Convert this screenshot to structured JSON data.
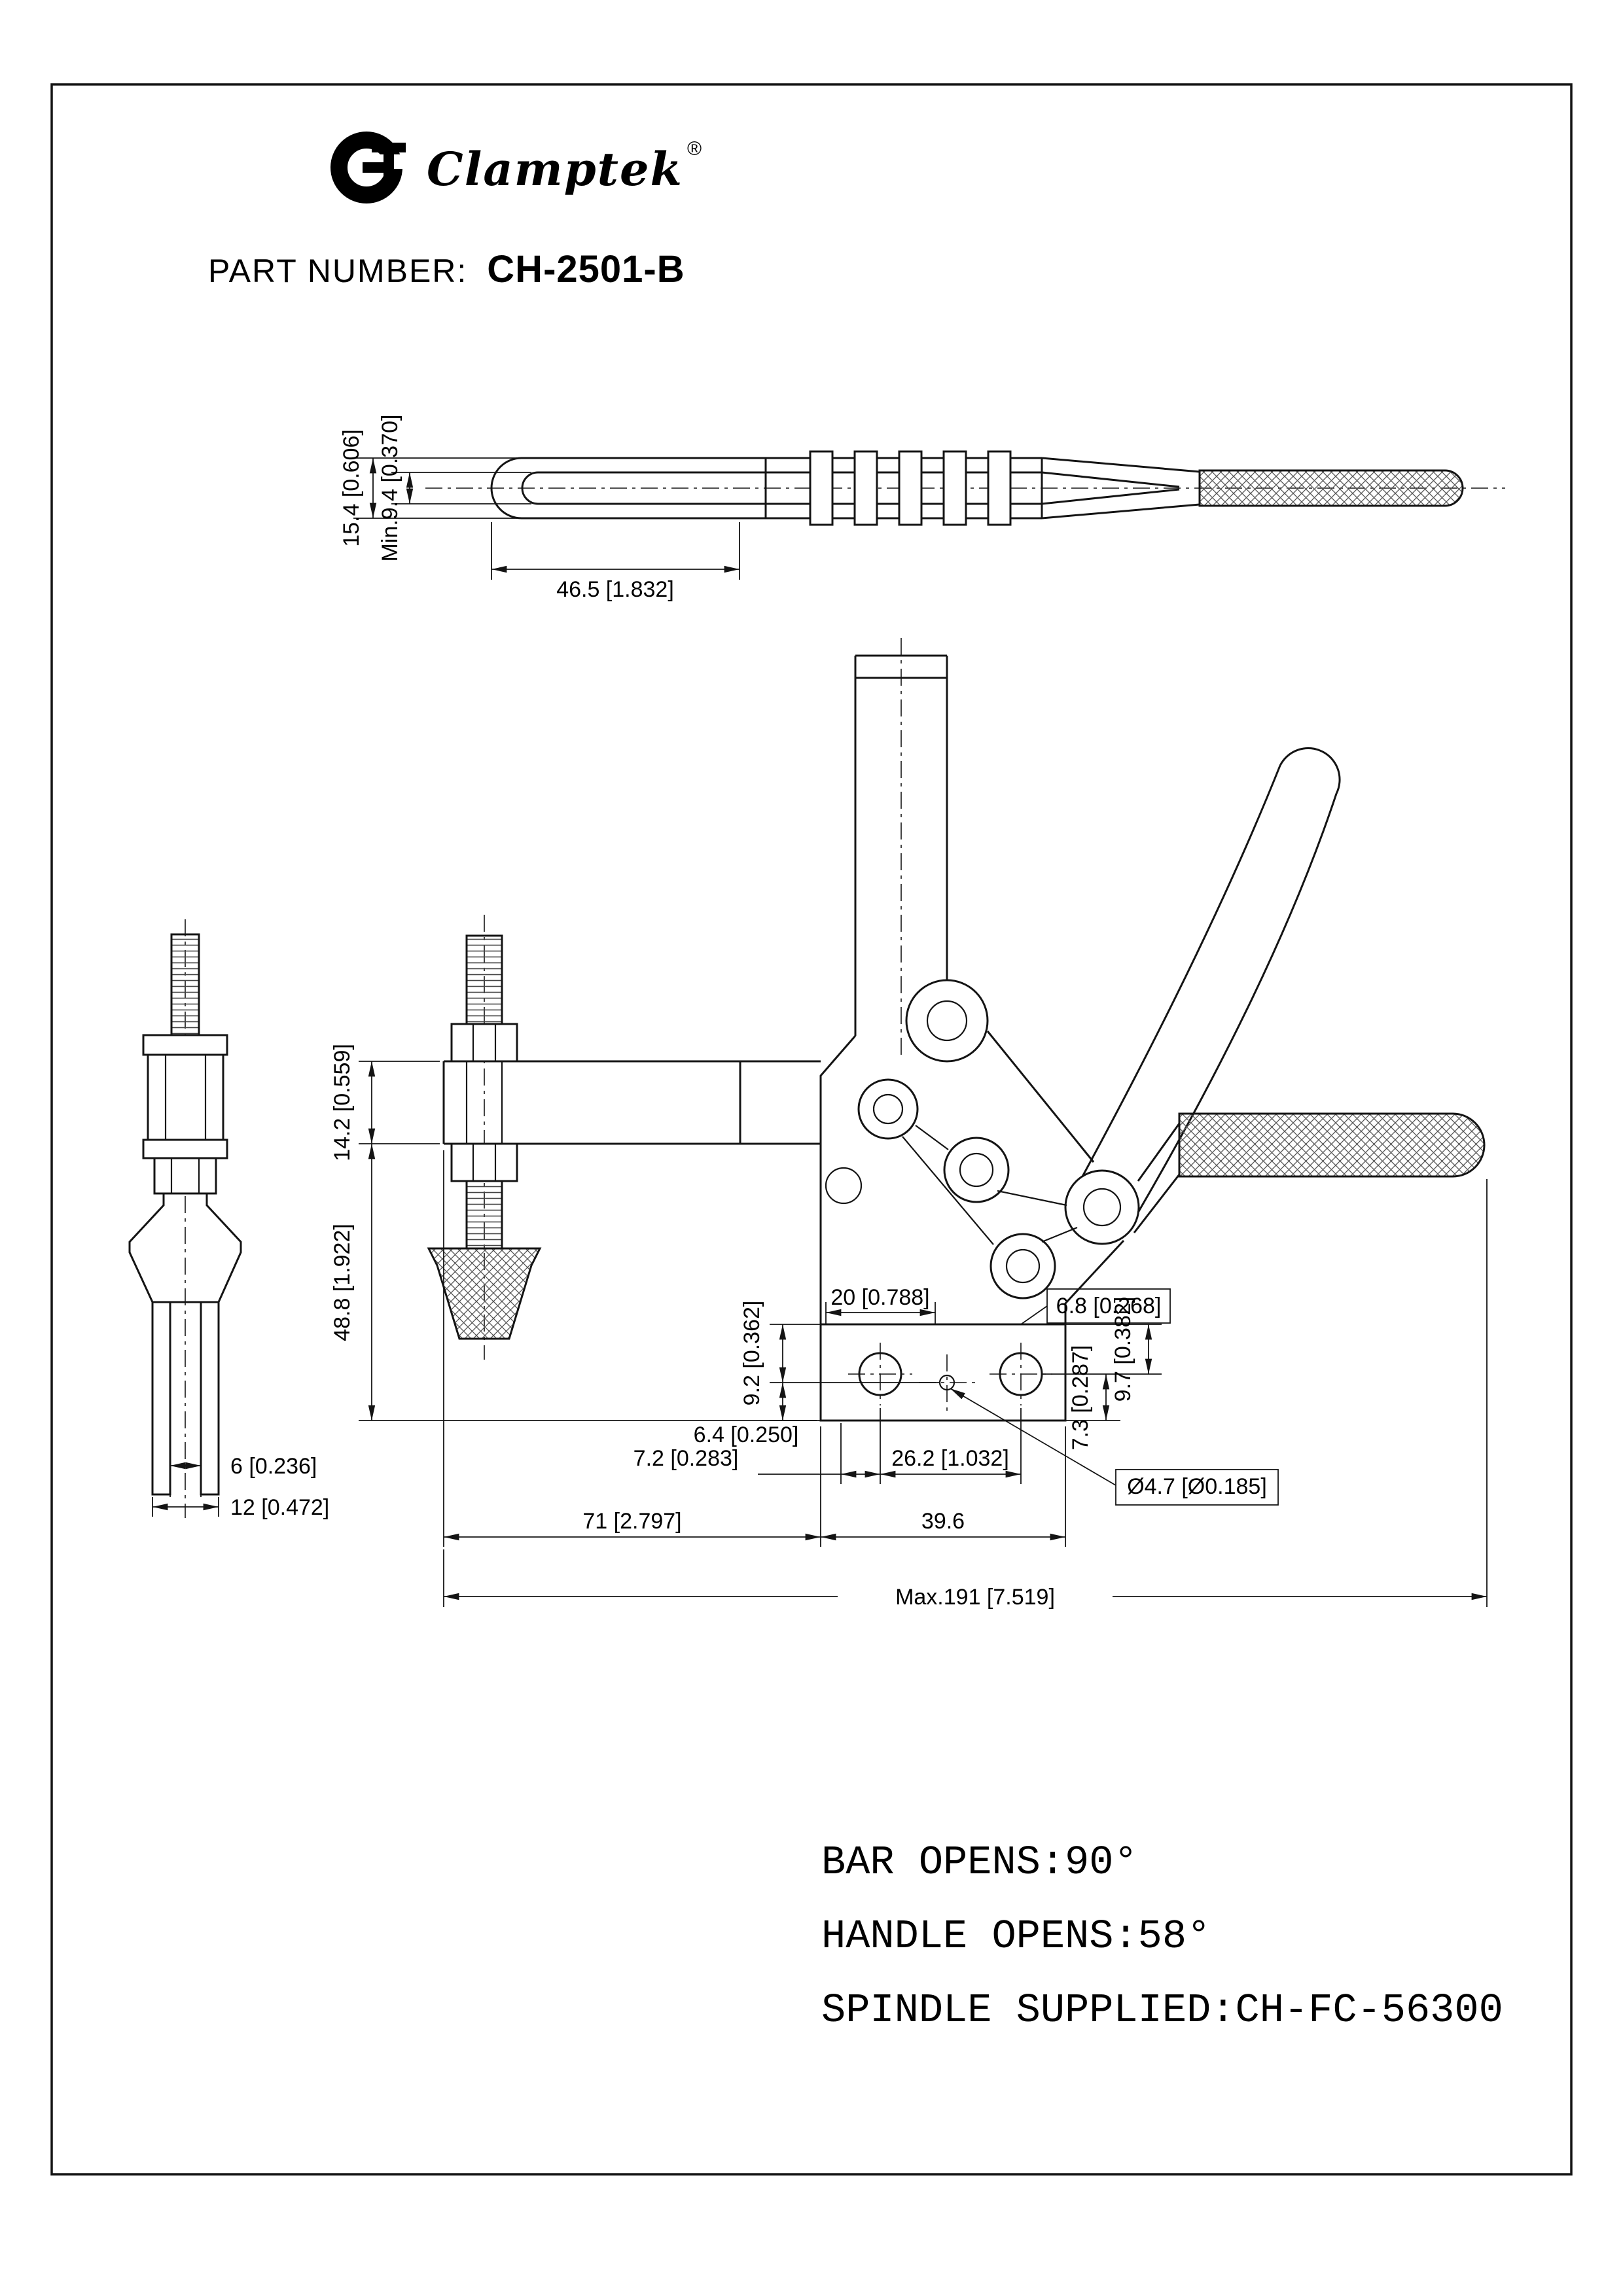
{
  "header": {
    "brand": "Clamptek",
    "registered_mark": "®",
    "part_number_label": "PART NUMBER:",
    "part_number_value": "CH-2501-B"
  },
  "dims": {
    "top": {
      "bar_height": "15.4 [0.606]",
      "bar_min_height": "Min.9.4 [0.370]",
      "slot_length": "46.5 [1.832]"
    },
    "front": {
      "arm_section": "14.2 [0.559]",
      "spindle_reach": "48.8 [1.922]",
      "slot_len": "20 [0.788]",
      "edge_gap": "6.8 [0.268]",
      "hole_top": "9.2 [0.362]",
      "hole_bottom": "6.4 [0.250]",
      "edge_to_hole": "7.2 [0.283]",
      "hole_pitch": "26.2 [1.032]",
      "right_gap_a": "7.3 [0.287]",
      "right_gap_b": "9.7 [0.382]",
      "pilot_hole": "Ø4.7 [Ø0.185]",
      "arm_length": "71 [2.797]",
      "base_length": "39.6",
      "overall": "Max.191 [7.519]"
    },
    "side": {
      "fork_inner": "6 [0.236]",
      "fork_outer": "12 [0.472]"
    }
  },
  "notes": {
    "bar_opens": "BAR OPENS:90°",
    "handle_opens": "HANDLE OPENS:58°",
    "spindle_supplied": "SPINDLE SUPPLIED:CH-FC-56300"
  }
}
